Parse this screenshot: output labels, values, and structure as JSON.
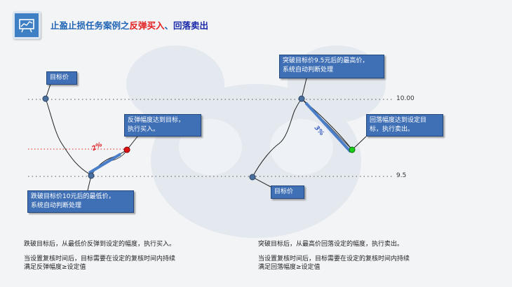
{
  "header": {
    "title_part1": "止盈止损任务案例之",
    "title_part2": "反弹买入",
    "title_sep": "、",
    "title_part3": "回落卖出"
  },
  "levels": {
    "upper": "10.00",
    "lower": "9.5"
  },
  "left_case": {
    "target_label": "目标价",
    "rebound_label": "反弹幅度达到目标，\n执行买入。",
    "low_label": "跌破目标价10元后的最低价，\n系统自动判断处理",
    "percent": "2%",
    "desc_line1": "跌破目标后，从最低价反弹到设定的幅度，执行买入。",
    "desc_line2": "当设置复核时间后，目标需要在设定的复核时间内持续",
    "desc_line3": "满足反弹幅度≥设定值"
  },
  "right_case": {
    "high_label": "突破目标价9.5元后的最高价，\n系统自动判断处理",
    "fall_label": "回落幅度达到设定目\n标，执行卖出。",
    "target_label": "目标价",
    "percent": "3%",
    "desc_line1": "突破目标后，从最高价回落设定的幅度，执行卖出。",
    "desc_line2": "当设置复核时间后，目标需要在设定的复核时间内持续",
    "desc_line3": "满足回落幅度≥设定值"
  },
  "colors": {
    "title_blue": "#1f63b5",
    "title_red": "#e32020",
    "title_dark_blue": "#1a2aa8",
    "callout_bg": "#3f6fb5",
    "trend_bar": "#4a7ec9",
    "buy_point": "#e01010",
    "sell_point": "#18d018",
    "price_node": "#4a6e9c"
  },
  "icons": {
    "header_icon": "chart-board-icon"
  }
}
